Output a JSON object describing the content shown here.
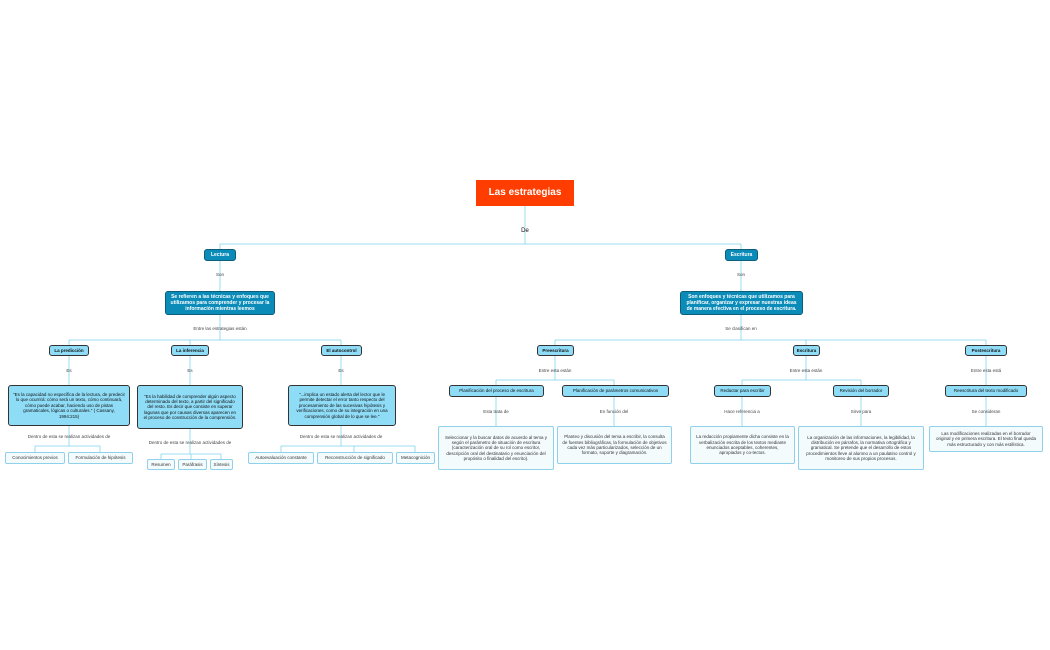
{
  "root": "Las estrategias",
  "root_link": "De",
  "lectura": {
    "title": "Lectura",
    "link1": "Son",
    "desc": "Se refieren a las técnicas y enfoques que utilizamos para comprender y procesar la información mientras leemos",
    "link2": "Entre las estrategias están",
    "branches": [
      {
        "title": "La predicción",
        "link": "Es",
        "desc": "\"Es la capacidad no específica de la lectura, de predecir lo que ocurrirá: cómo será un texto, cómo continuará, cómo puede acabar, haciendo uso de pistas gramaticales, lógicas o culturales.\" ( Cassany, 1994:215)",
        "link2": "Dentro de esta se realizan actividades de",
        "items": [
          "Conocimientos previos",
          "Formulación de hipótesis"
        ]
      },
      {
        "title": "La inferencia",
        "link": "Es",
        "desc": "\"Es la habilidad de comprender algún aspecto determinado del texto, a partir del significado del resto. Es decir que consiste en superar lagunas que por causas diversas aparecen en el proceso de construcción de la comprensión.",
        "link2": "Dentro de esta se realizan actividades de",
        "items": [
          "Resumen",
          "Paráfrasis",
          "Síntesis"
        ]
      },
      {
        "title": "El autocontrol",
        "link": "Es",
        "desc": "\"...implica un estado alerta del lector que le permite detectar el error tanto respecto del procesamiento de las sucesivas hipótesis y verificaciones, como de su integración en una comprensión global de lo que se lee.\"",
        "link2": "Dentro de esta se realizan actividades de",
        "items": [
          "Autoevaluación constante",
          "Reconstrucción de significado",
          "Metacognición"
        ]
      }
    ]
  },
  "escritura": {
    "title": "Escritura",
    "link1": "Son",
    "desc": "Son enfoques y técnicas que utilizamos para planificar, organizar y expresar nuestras ideas de manera efectiva en el proceso de escritura.",
    "link2": "Se clasifican en",
    "branches": [
      {
        "title": "Preescritura",
        "link": "Entre esta están",
        "subs": [
          {
            "title": "Planificación del proceso de escritura",
            "link": "Esta trata de",
            "desc": "Seleccionar y la buscar datos de acuerdo al tema y según el parámetro de situación de escritura (caracterización oral de su rol como escritor, descripción oral del destinatario y enunciación del propósito o finalidad del escrito)."
          },
          {
            "title": "Planificación de parámetros comunicativos",
            "link": "En función del",
            "desc": "Planteo y discusión del tema a escribir, la consulta de fuentes bibliográficas, la formulación de objetivos cada vez más particularizados, selección de un formato, soporte y diagramación."
          }
        ]
      },
      {
        "title": "Escritura",
        "link": "Entre esta están",
        "subs": [
          {
            "title": "Redactar para escribir",
            "link": "Hace referencia a",
            "desc": "La redacción propiamente dicha consiste en la verbalización escrita de los textos mediante enunciados aceptables, coherentes, apropiados y co-tectos."
          },
          {
            "title": "Revisión del borrador",
            "link": "Sirve para",
            "desc": "La organización de las informaciones, la legibilidad, la distribución en párrafos, la normativa ortográfica y gramatical. Se pretende que el desarrollo de estos procedimientos lleve al alumno a un paulatino control y monitoreo de sus propios procesos."
          }
        ]
      },
      {
        "title": "Postescritura",
        "link": "Entre esta está",
        "subs": [
          {
            "title": "Reescritura del texto modificado",
            "link": "Se consideran",
            "desc": "Las modificaciones realizadas en el borrador original y en primera escritura. El texto final queda más estructurado y con más estilística."
          }
        ]
      }
    ]
  }
}
